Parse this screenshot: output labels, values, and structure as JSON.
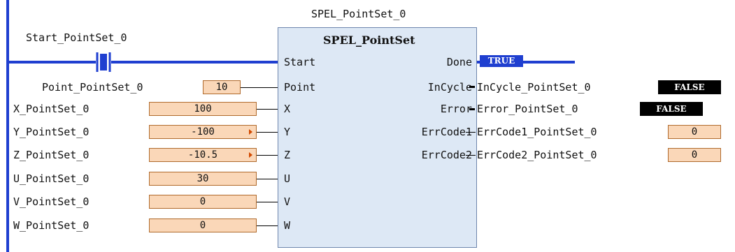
{
  "instance_name": "SPEL_PointSet_0",
  "function_block": {
    "type": "SPEL_PointSet",
    "inputs": [
      "Start",
      "Point",
      "X",
      "Y",
      "Z",
      "U",
      "V",
      "W"
    ],
    "outputs": [
      "Done",
      "InCycle",
      "Error",
      "ErrCode1",
      "ErrCode2"
    ]
  },
  "contact": {
    "label": "Start_PointSet_0"
  },
  "input_vars": [
    {
      "name": "Point_PointSet_0",
      "value": "10"
    },
    {
      "name": "X_PointSet_0",
      "value": "100"
    },
    {
      "name": "Y_PointSet_0",
      "value": "-100"
    },
    {
      "name": "Z_PointSet_0",
      "value": "-10.5"
    },
    {
      "name": "U_PointSet_0",
      "value": "30"
    },
    {
      "name": "V_PointSet_0",
      "value": "0"
    },
    {
      "name": "W_PointSet_0",
      "value": "0"
    }
  ],
  "output_vars": [
    {
      "value": "TRUE"
    },
    {
      "name": "InCycle_PointSet_0",
      "value": "FALSE"
    },
    {
      "name": "Error_PointSet_0",
      "value": "FALSE"
    },
    {
      "name": "ErrCode1_PointSet_0",
      "value": "0"
    },
    {
      "name": "ErrCode2_PointSet_0",
      "value": "0"
    }
  ],
  "colors": {
    "power_rail": "#1f3fd0",
    "block_fill": "#dde8f5",
    "value_box_fill": "#fad7b8",
    "value_box_border": "#b06a2c",
    "badge_bg": "#000000",
    "true_bg": "#1f3fd0"
  }
}
